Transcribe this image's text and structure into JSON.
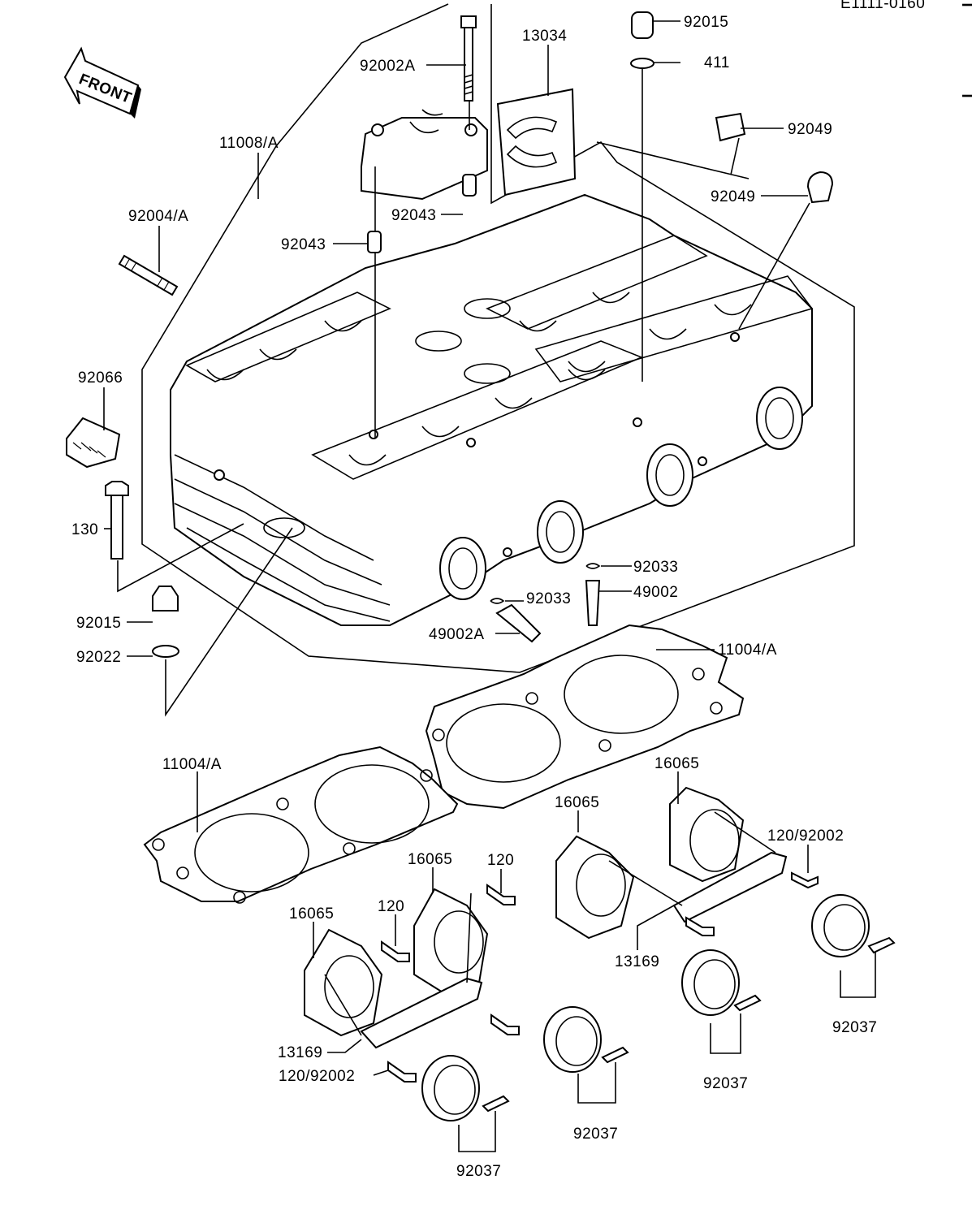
{
  "diagram": {
    "ref_code": "E1111-0160",
    "front_arrow_text": "FRONT",
    "labels": {
      "p92002A": "92002A",
      "p13034": "13034",
      "p92015_top": "92015",
      "p411": "411",
      "p92049_a": "92049",
      "p92049_b": "92049",
      "p11008A": "11008/A",
      "p92004A": "92004/A",
      "p92043_a": "92043",
      "p92043_b": "92043",
      "p92066": "92066",
      "p130": "130",
      "p92015_left": "92015",
      "p92022": "92022",
      "p92033_a": "92033",
      "p49002": "49002",
      "p92033_b": "92033",
      "p49002A": "49002A",
      "p11004A_top": "11004/A",
      "p11004A_left": "11004/A",
      "p16065_a": "16065",
      "p16065_b": "16065",
      "p16065_c": "16065",
      "p16065_d": "16065",
      "p120_92002_a": "120/92002",
      "p120_a": "120",
      "p120_b": "120",
      "p13169_a": "13169",
      "p13169_b": "13169",
      "p120_92002_b": "120/92002",
      "p92037_a": "92037",
      "p92037_b": "92037",
      "p92037_c": "92037",
      "p92037_d": "92037"
    }
  }
}
